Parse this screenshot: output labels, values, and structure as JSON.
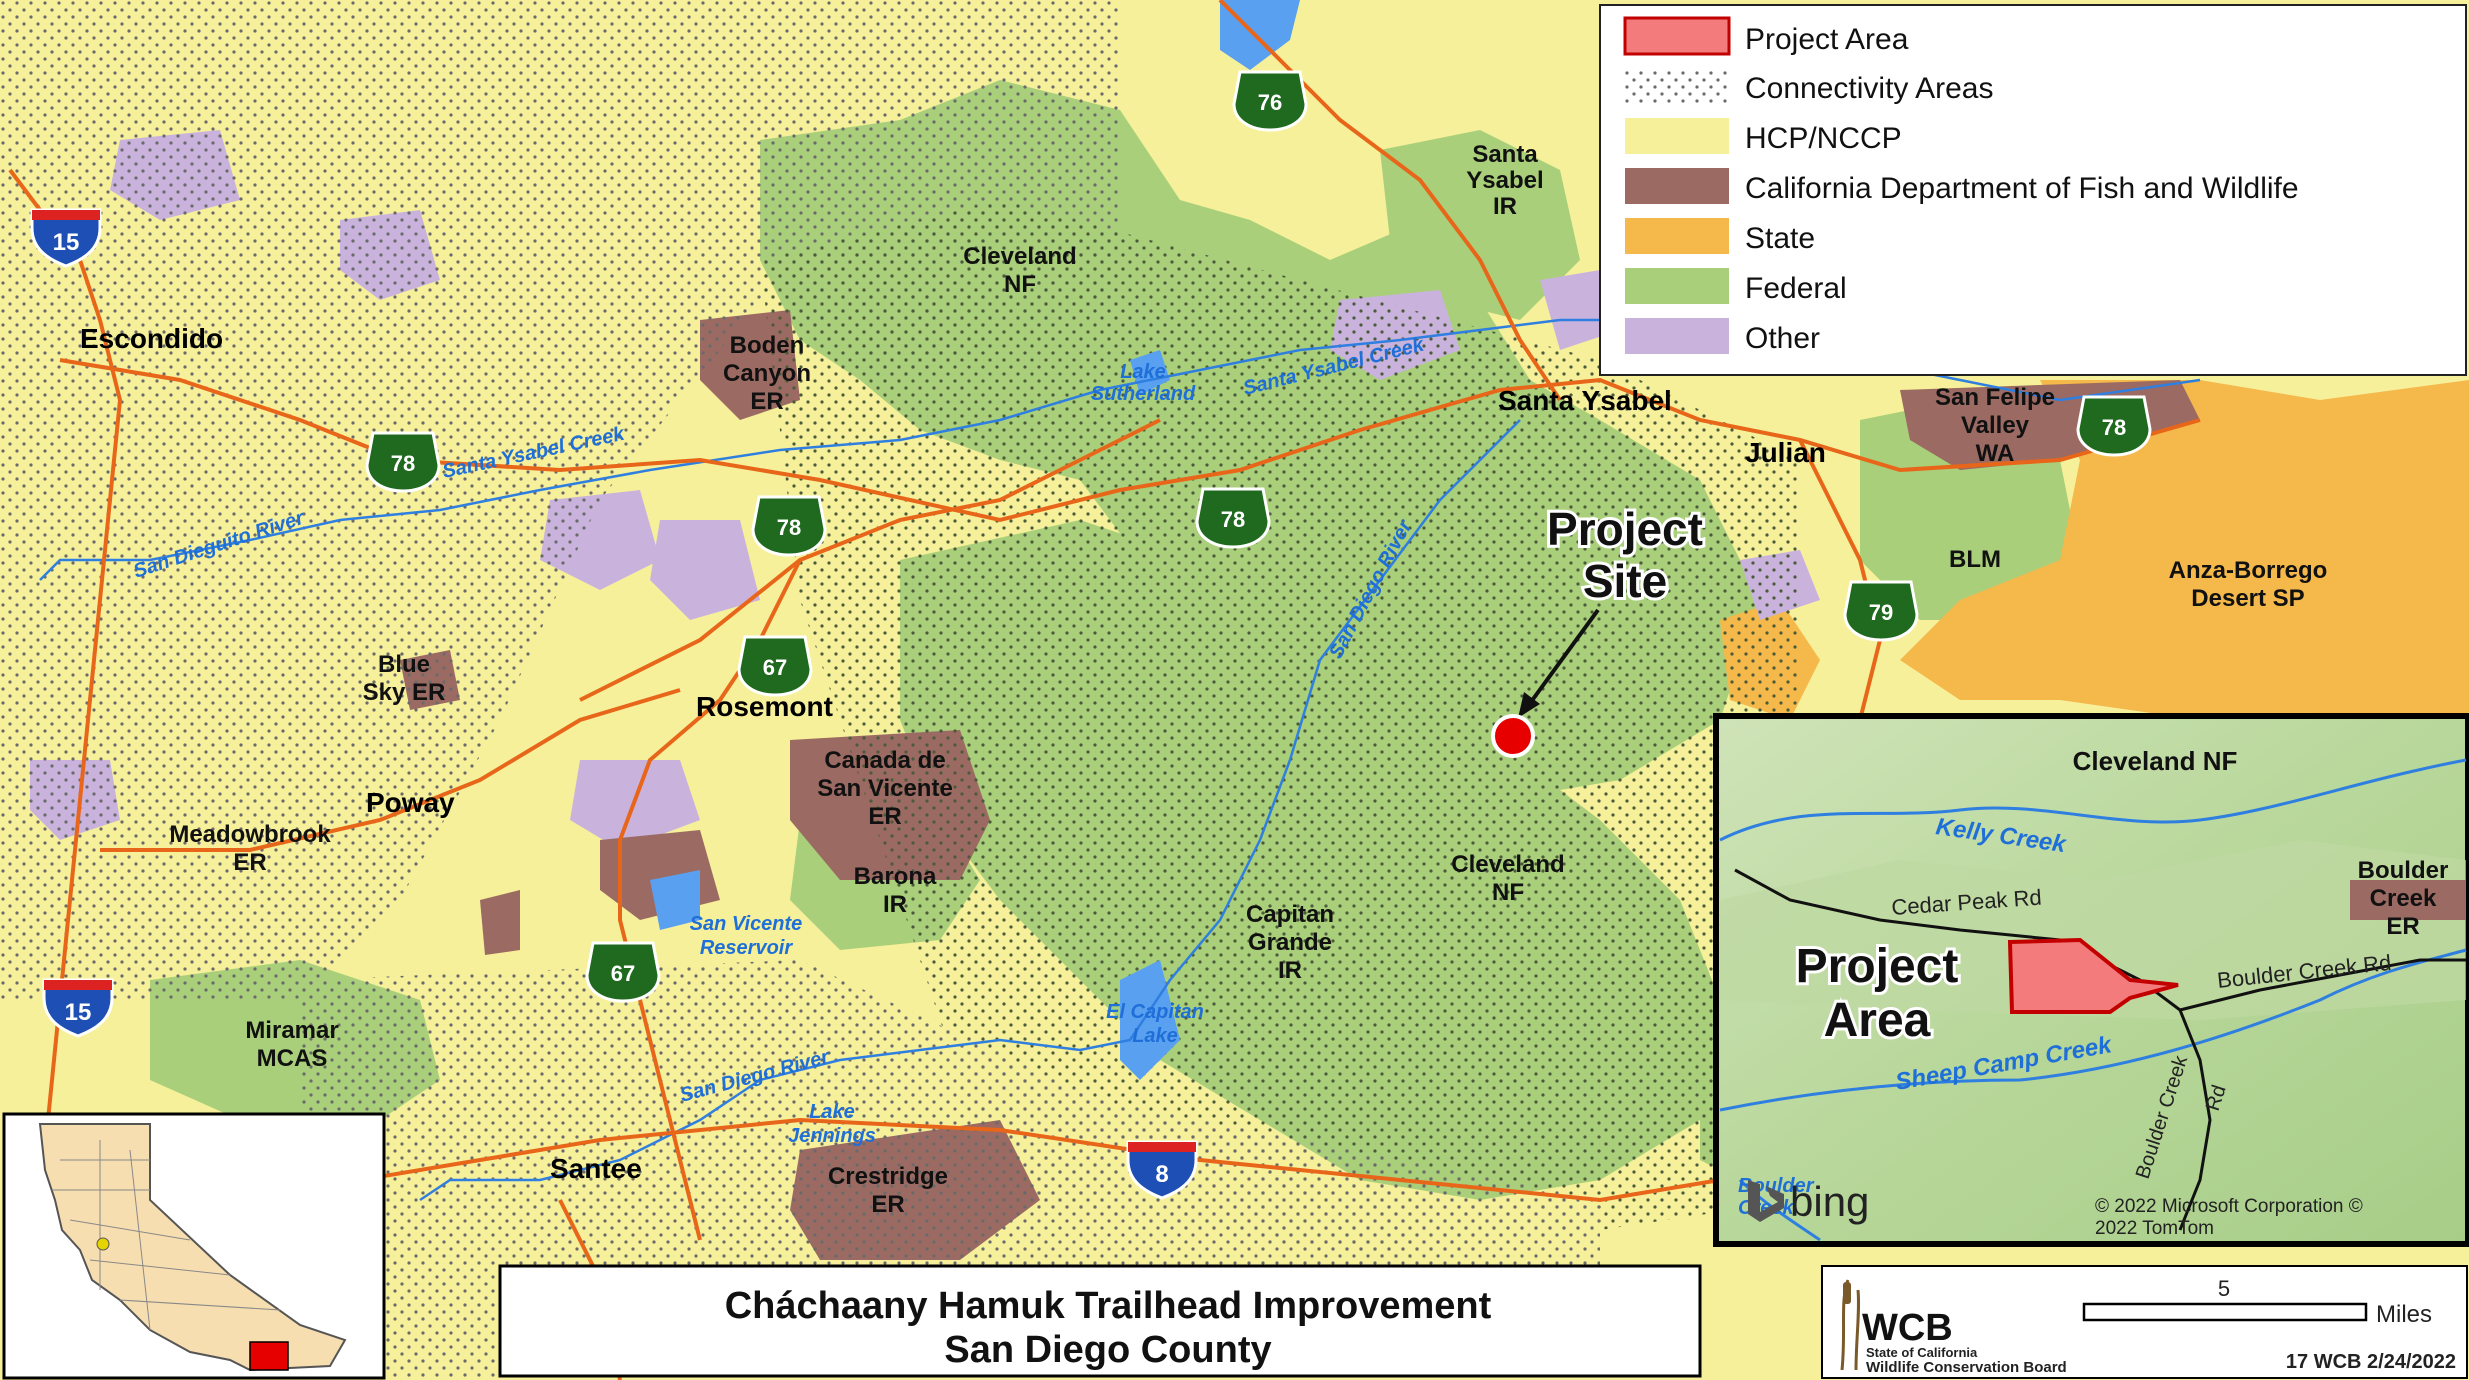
{
  "colors": {
    "project_area": "#f47b7b",
    "connectivity": "#e8e4d8",
    "hcp_nccp": "#f6f09a",
    "cdfw": "#9b6a62",
    "state": "#f5b84a",
    "federal": "#a9cf7a",
    "other": "#c9b3dd",
    "water": "#2f7fe0",
    "road": "#e8661a"
  },
  "legend": {
    "items": [
      {
        "label": "Project Area",
        "key": "project_area"
      },
      {
        "label": "Connectivity Areas",
        "key": "connectivity"
      },
      {
        "label": "HCP/NCCP",
        "key": "hcp_nccp"
      },
      {
        "label": "California Department of Fish and Wildlife",
        "key": "cdfw"
      },
      {
        "label": "State",
        "key": "state"
      },
      {
        "label": "Federal",
        "key": "federal"
      },
      {
        "label": "Other",
        "key": "other"
      }
    ]
  },
  "places": {
    "escondido": "Escondido",
    "poway": "Poway",
    "rosemont": "Rosemont",
    "santee": "Santee",
    "santa_ysabel": "Santa Ysabel",
    "julian": "Julian"
  },
  "areas": {
    "cleveland_nf_1": [
      "Cleveland",
      "NF"
    ],
    "cleveland_nf_2": [
      "Cleveland",
      "NF"
    ],
    "santa_ysabel_ir": [
      "Santa",
      "Ysabel",
      "IR"
    ],
    "boden_canyon": [
      "Boden",
      "Canyon",
      "ER"
    ],
    "san_felipe": [
      "San Felipe",
      "Valley",
      "WA"
    ],
    "blm": "BLM",
    "anza_borrego": [
      "Anza-Borrego",
      "Desert SP"
    ],
    "blue_sky": [
      "Blue",
      "Sky ER"
    ],
    "canada": [
      "Canada de",
      "San Vicente",
      "ER"
    ],
    "meadowbrook": [
      "Meadowbrook",
      "ER"
    ],
    "barona": [
      "Barona",
      "IR"
    ],
    "capitan": [
      "Capitan",
      "Grande",
      "IR"
    ],
    "miramar": [
      "Miramar",
      "MCAS"
    ],
    "crestridge": [
      "Crestridge",
      "ER"
    ]
  },
  "water": {
    "santa_ysabel_creek_1": "Santa Ysabel Creek",
    "santa_ysabel_creek_2": "Santa Ysabel Creek",
    "san_dieguito": "San Dieguito River",
    "san_diego_river_1": "San Diego River",
    "san_diego_river_2": "San Diego River",
    "lake_sutherland": [
      "Lake",
      "Sutherland"
    ],
    "san_vicente": [
      "San Vicente",
      "Reservoir"
    ],
    "el_capitan": [
      "El Capitan",
      "Lake"
    ],
    "lake_jennings": [
      "Lake",
      "Jennings"
    ]
  },
  "highways": {
    "i15_top": "15",
    "i15_bottom": "15",
    "i8": "8",
    "sr76": "76",
    "sr78_a": "78",
    "sr78_b": "78",
    "sr78_c": "78",
    "sr78_d": "78",
    "sr67_a": "67",
    "sr67_b": "67",
    "sr79": "79"
  },
  "project_site": [
    "Project",
    "Site"
  ],
  "inset": {
    "area_label": [
      "Project",
      "Area"
    ],
    "cleveland": "Cleveland NF",
    "kelly_creek": "Kelly Creek",
    "cedar_peak": "Cedar Peak Rd",
    "boulder_creek_rd": "Boulder Creek Rd",
    "boulder_creek_er": [
      "Boulder",
      "Creek",
      "ER"
    ],
    "sheep_camp": "Sheep Camp Creek",
    "boulder_creek_rd_v": "Boulder Creek",
    "boulder_creek_rd_v2": "Rd",
    "boulder_water": [
      "Boulder",
      "Creek"
    ],
    "bing": "bing",
    "copyright": [
      "© 2022 Microsoft Corporation ©",
      "2022 TomTom"
    ]
  },
  "title": [
    "Cháchaany Hamuk Trailhead Improvement",
    "San Diego County"
  ],
  "scale": {
    "value": "5",
    "unit": "Miles"
  },
  "logo": {
    "letters": "WCB",
    "line1": "State of California",
    "line2": "Wildlife Conservation Board"
  },
  "footer_ref": "17 WCB 2/24/2022"
}
